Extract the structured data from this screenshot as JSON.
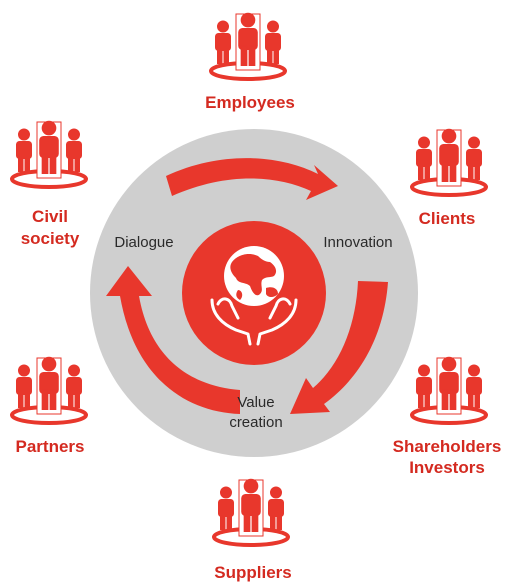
{
  "colors": {
    "accent": "#e8372c",
    "accent_dark": "#d42a20",
    "circle": "#cfcfcf",
    "stage_text": "#2a2a2a",
    "white": "#ffffff"
  },
  "center_icon": "globe-in-hands-icon",
  "stakeholder_icon": "people-group-icon",
  "stages": {
    "dialogue": "Dialogue",
    "innovation": "Innovation",
    "value_line1": "Value",
    "value_line2": "creation"
  },
  "stakeholders": {
    "employees": "Employees",
    "clients": "Clients",
    "shareholders_line1": "Shareholders",
    "shareholders_line2": "Investors",
    "suppliers": "Suppliers",
    "partners": "Partners",
    "civil_line1": "Civil",
    "civil_line2": "society"
  }
}
